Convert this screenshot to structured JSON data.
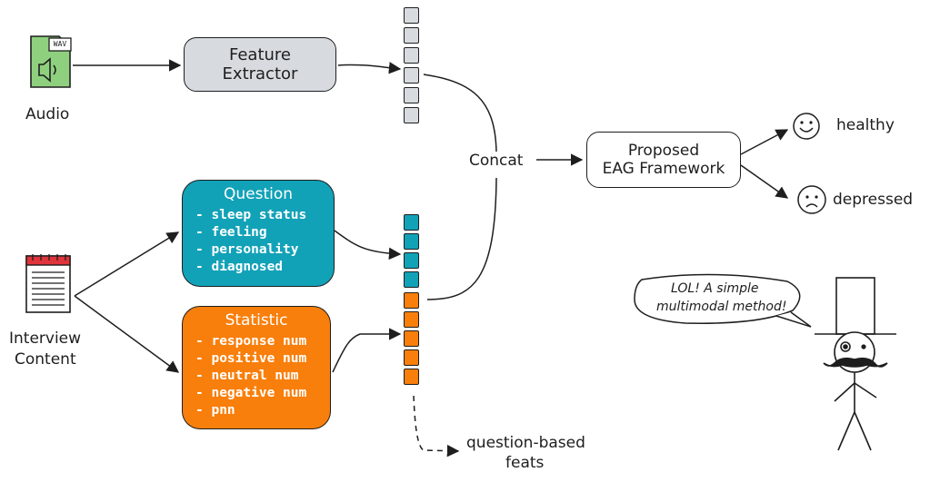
{
  "audio": {
    "label": "Audio",
    "file_tag": "WAV",
    "color": "#8fd07f"
  },
  "interview": {
    "label_line1": "Interview",
    "label_line2": "Content"
  },
  "feature_extractor": {
    "line1": "Feature",
    "line2": "Extractor",
    "color": "#d7dbe0"
  },
  "question_box": {
    "title": "Question",
    "color": "#12a2b8",
    "items": [
      "- sleep status",
      "- feeling",
      "- personality",
      "- diagnosed"
    ]
  },
  "statistic_box": {
    "title": "Statistic",
    "color": "#f87f0c",
    "items": [
      "- response num",
      "- positive num",
      "- neutral num",
      "- negative num",
      "- pnn"
    ]
  },
  "concat_label": "Concat",
  "framework": {
    "line1": "Proposed",
    "line2": "EAG Framework"
  },
  "outputs": {
    "healthy": "healthy",
    "depressed": "depressed"
  },
  "question_feats": {
    "line1": "question-based",
    "line2": "feats"
  },
  "speech_bubble": {
    "line1": "LOL! A simple",
    "line2": "multimodal method!"
  },
  "vector_colors": {
    "audio": "#d7dbe0",
    "question": "#12a2b8",
    "statistic": "#f87f0c"
  }
}
